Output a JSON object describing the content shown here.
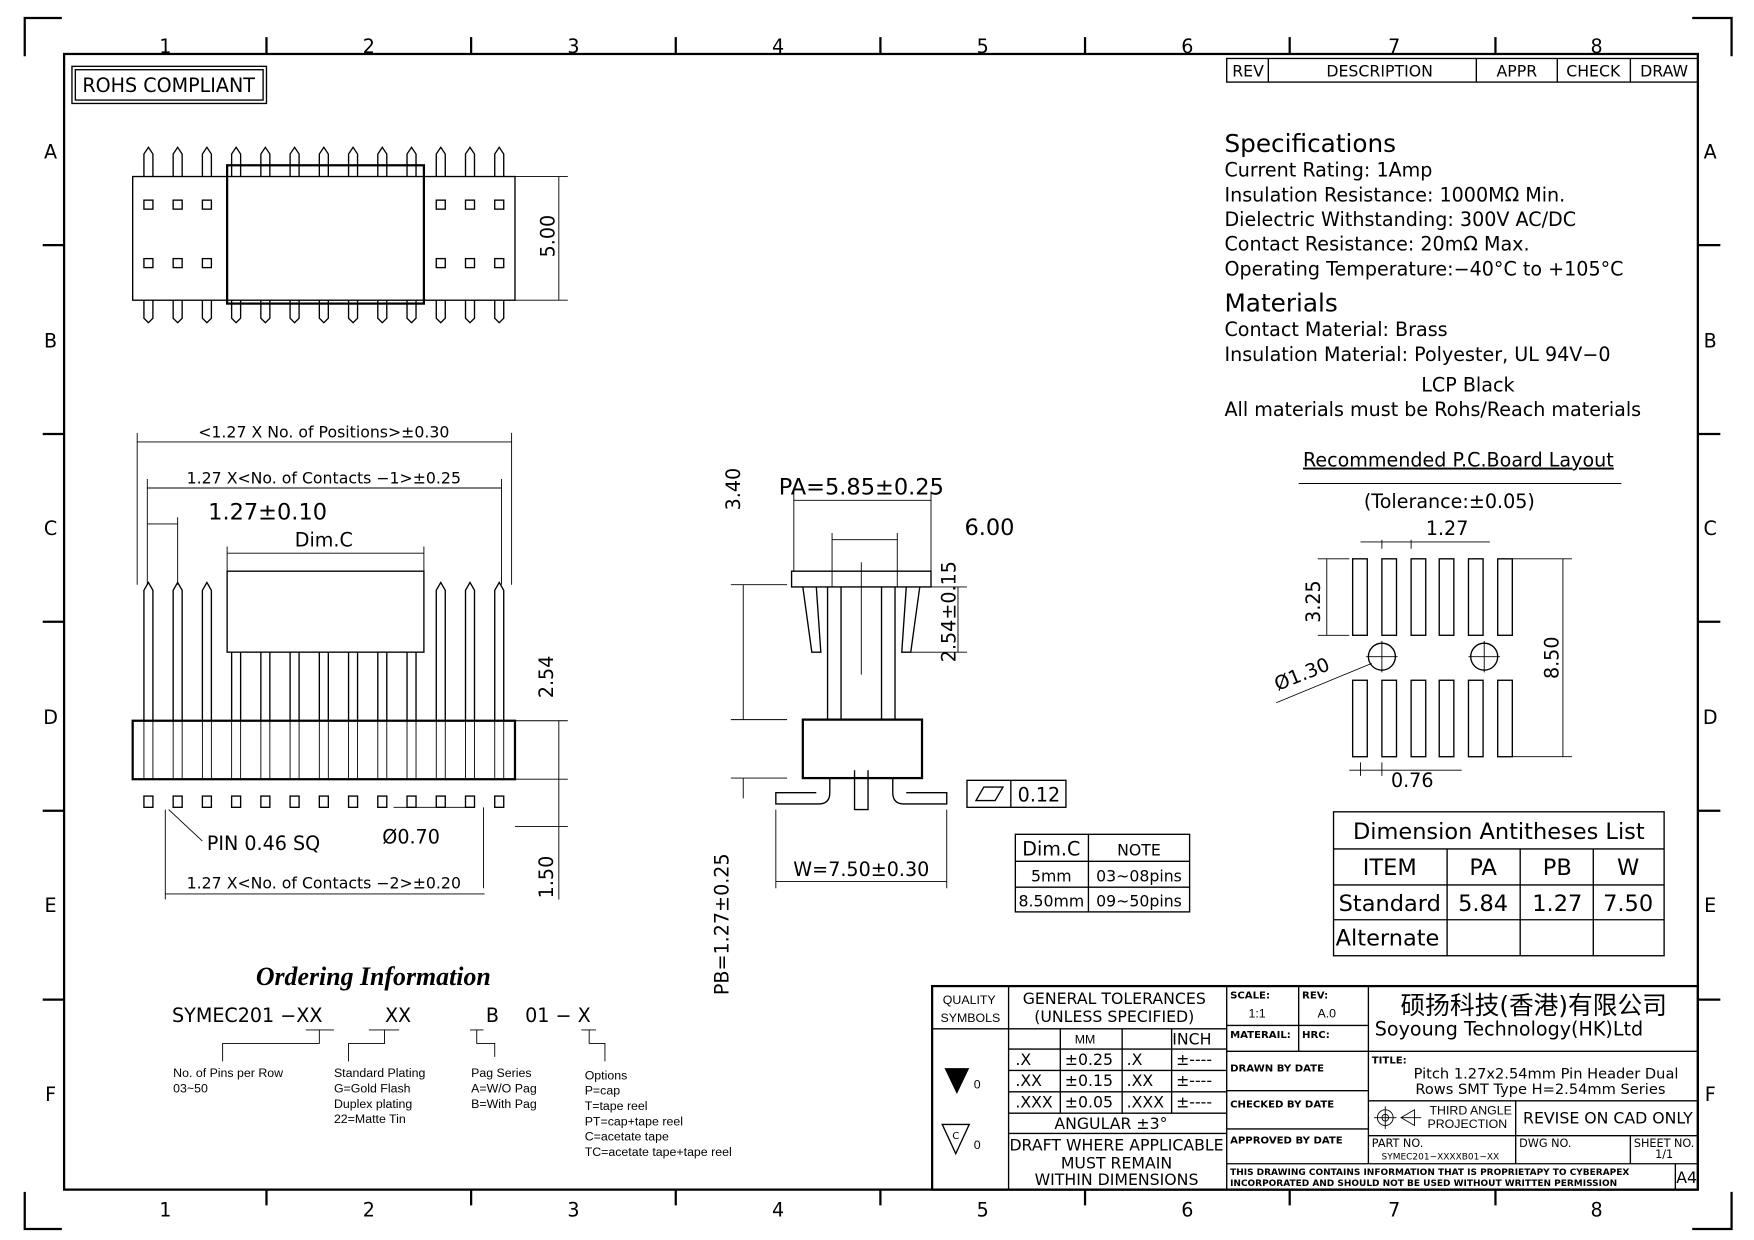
{
  "frame": {
    "columns": [
      "1",
      "2",
      "3",
      "4",
      "5",
      "6",
      "7",
      "8"
    ],
    "rows": [
      "A",
      "B",
      "C",
      "D",
      "E",
      "F"
    ]
  },
  "rohs": "ROHS COMPLIANT",
  "revision_table": {
    "headers": [
      "REV",
      "DESCRIPTION",
      "APPR",
      "CHECK",
      "DRAW"
    ]
  },
  "specs": {
    "title": "Specifications",
    "lines": [
      "Current  Rating:    1Amp",
      "Insulation  Resistance:    1000MΩ  Min.",
      "Dielectric  Withstanding:   300V  AC/DC",
      "Contact  Resistance:    20mΩ  Max.",
      "Operating  Temperature:−40°C  to  +105°C"
    ]
  },
  "materials": {
    "title": "Materials",
    "lines": [
      "Contact  Material:  Brass",
      "Insulation  Material:  Polyester,  UL  94V−0",
      "LCP    Black",
      "All  materials  must  be  Rohs/Reach  materials"
    ]
  },
  "pcb": {
    "title": "Recommended  P.C.Board  Layout",
    "tolerance": "(Tolerance:±0.05)",
    "dims": [
      "1.27",
      "3.25",
      "8.50",
      "Ø1.30",
      "0.76"
    ]
  },
  "front_dims": [
    "<1.27  X  No.  of  Positions>±0.30",
    "1.27  X<No.  of  Contacts  −1>±0.25",
    "1.27±0.10",
    "Dim.C",
    "2.54",
    "PIN  0.46  SQ",
    "Ø0.70",
    "1.50",
    "1.27  X<No.  of  Contacts  −2>±0.20"
  ],
  "top_dims": [
    "5.00"
  ],
  "side_dims": [
    "PA=5.85±0.25",
    "6.00",
    "2.54±0.15",
    "3.40",
    "W=7.50±0.30",
    "PB=1.27±0.25",
    "0.12"
  ],
  "dimc_table": {
    "headers": [
      "Dim.C",
      "NOTE"
    ],
    "rows": [
      [
        "5mm",
        "03~08pins"
      ],
      [
        "8.50mm",
        "09~50pins"
      ]
    ]
  },
  "antitheses": {
    "title": "Dimension  Antitheses  List",
    "headers": [
      "ITEM",
      "PA",
      "PB",
      "W"
    ],
    "rows": [
      [
        "Standard",
        "5.84",
        "1.27",
        "7.50"
      ],
      [
        "Alternate",
        "",
        "",
        ""
      ]
    ]
  },
  "ordering": {
    "title": "Ordering Information",
    "code": [
      "SYMEC201  −XX",
      "XX",
      "B",
      "01  −  X"
    ],
    "groups": [
      [
        "No.  of  Pins  per  Row",
        "03~50"
      ],
      [
        "Standard  Plating",
        "G=Gold  Flash",
        "Duplex  plating",
        "22=Matte  Tin"
      ],
      [
        "Pag  Series",
        "A=W/O  Pag",
        "B=With  Pag"
      ],
      [
        "Options",
        "P=cap",
        "T=tape  reel",
        "PT=cap+tape  reel",
        "C=acetate  tape",
        "TC=acetate  tape+tape  reel"
      ]
    ]
  },
  "title_block": {
    "quality": [
      "QUALITY",
      "SYMBOLS"
    ],
    "q_marks": [
      "0",
      "0"
    ],
    "c_mark": "C",
    "tol_title": [
      "GENERAL  TOLERANCES",
      "(UNLESS  SPECIFIED)"
    ],
    "tol_headers": [
      "MM",
      "INCH"
    ],
    "tol_rows": [
      [
        ".X",
        "±0.25",
        ".X",
        "±----"
      ],
      [
        ".XX",
        "±0.15",
        ".XX",
        "±----"
      ],
      [
        ".XXX",
        "±0.05",
        ".XXX",
        "±----"
      ]
    ],
    "angular": "ANGULAR  ±3°",
    "draft": [
      "DRAFT  WHERE  APPLICABLE",
      "MUST  REMAIN",
      "WITHIN  DIMENSIONS"
    ],
    "scale_label": "SCALE:",
    "scale": "1:1",
    "rev_label": "REV:",
    "rev": "A.0",
    "material": "MATERAIL:",
    "hrc": "HRC:",
    "drawn": "DRAWN  BY        DATE",
    "checked": "CHECKED  BY     DATE",
    "approved": "APPROVED  BY  DATE",
    "company_cn": "硕扬科技(香港)有限公司",
    "company_en": "Soyoung  Technology(HK)Ltd",
    "title_label": "TITLE:",
    "title": [
      "Pitch  1.27x2.54mm  Pin  Header  Dual",
      "Rows  SMT  Type  H=2.54mm  Series"
    ],
    "projection": [
      "THIRD  ANGLE",
      "PROJECTION"
    ],
    "revise": "REVISE  ON  CAD  ONLY",
    "part_label": "PART  NO.",
    "part": "SYMEC201−XXXXB01−XX",
    "dwg": "DWG  NO.",
    "sheet_label": "SHEET  NO.",
    "sheet": "1/1",
    "notice": [
      "THIS  DRAWING  CONTAINS  INFORMATION  THAT  IS  PROPRIETAPY  TO  CYBERAPEX",
      "INCORPORATED  AND  SHOULD  NOT  BE  USED  WITHOUT  WRITTEN  PERMISSION"
    ],
    "size": "A4"
  }
}
